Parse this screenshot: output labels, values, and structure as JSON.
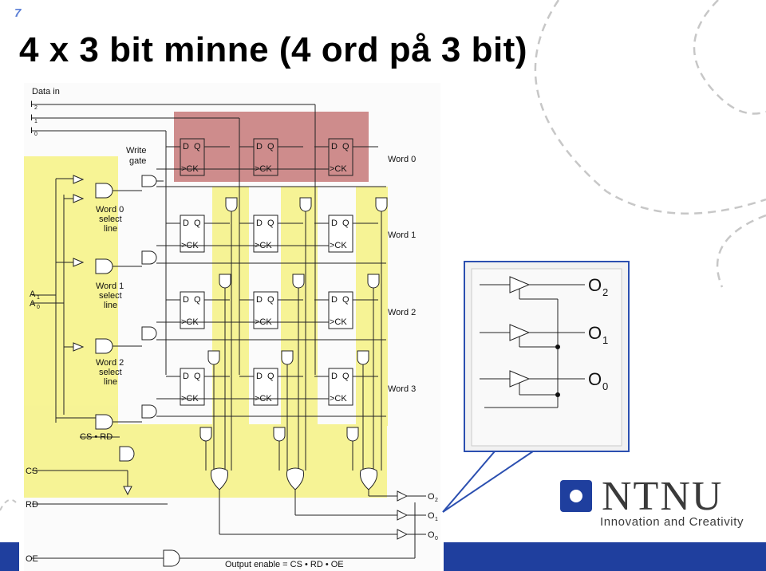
{
  "slide": {
    "number": "7",
    "title": "4 x 3 bit minne (4 ord på 3 bit)"
  },
  "diagram": {
    "inputs": {
      "data_in": "Data in",
      "i2": "I",
      "i2_sub": "2",
      "i1": "I",
      "i1_sub": "1",
      "i0": "I",
      "i0_sub": "0",
      "a1": "A",
      "a1_sub": "1",
      "a0": "A",
      "a0_sub": "0",
      "cs": "CS",
      "rd": "RD",
      "oe": "OE",
      "cs_rd": "CS • RD",
      "write_gate_line1": "Write",
      "write_gate_line2": "gate",
      "output_enable": "Output enable = CS • RD • OE"
    },
    "select_lines": [
      {
        "line1": "Word 0",
        "line2": "select",
        "line3": "line"
      },
      {
        "line1": "Word 1",
        "line2": "select",
        "line3": "line"
      },
      {
        "line1": "Word 2",
        "line2": "select",
        "line3": "line"
      }
    ],
    "words": [
      "Word 0",
      "Word 1",
      "Word 2",
      "Word 3"
    ],
    "flipflop": {
      "d": "D",
      "q": "Q",
      "ck": ">CK"
    },
    "outputs": [
      {
        "label": "O",
        "sub": "2"
      },
      {
        "label": "O",
        "sub": "1"
      },
      {
        "label": "O",
        "sub": "0"
      }
    ],
    "colors": {
      "highlight_yellow": "#f6f38a",
      "highlight_red": "#c97f7f",
      "callout_border": "#2b4fb0"
    }
  },
  "callout": {
    "outputs": [
      {
        "label": "O",
        "sub": "2"
      },
      {
        "label": "O",
        "sub": "1"
      },
      {
        "label": "O",
        "sub": "0"
      }
    ]
  },
  "logo": {
    "name": "NTNU",
    "tagline": "Innovation and Creativity"
  }
}
